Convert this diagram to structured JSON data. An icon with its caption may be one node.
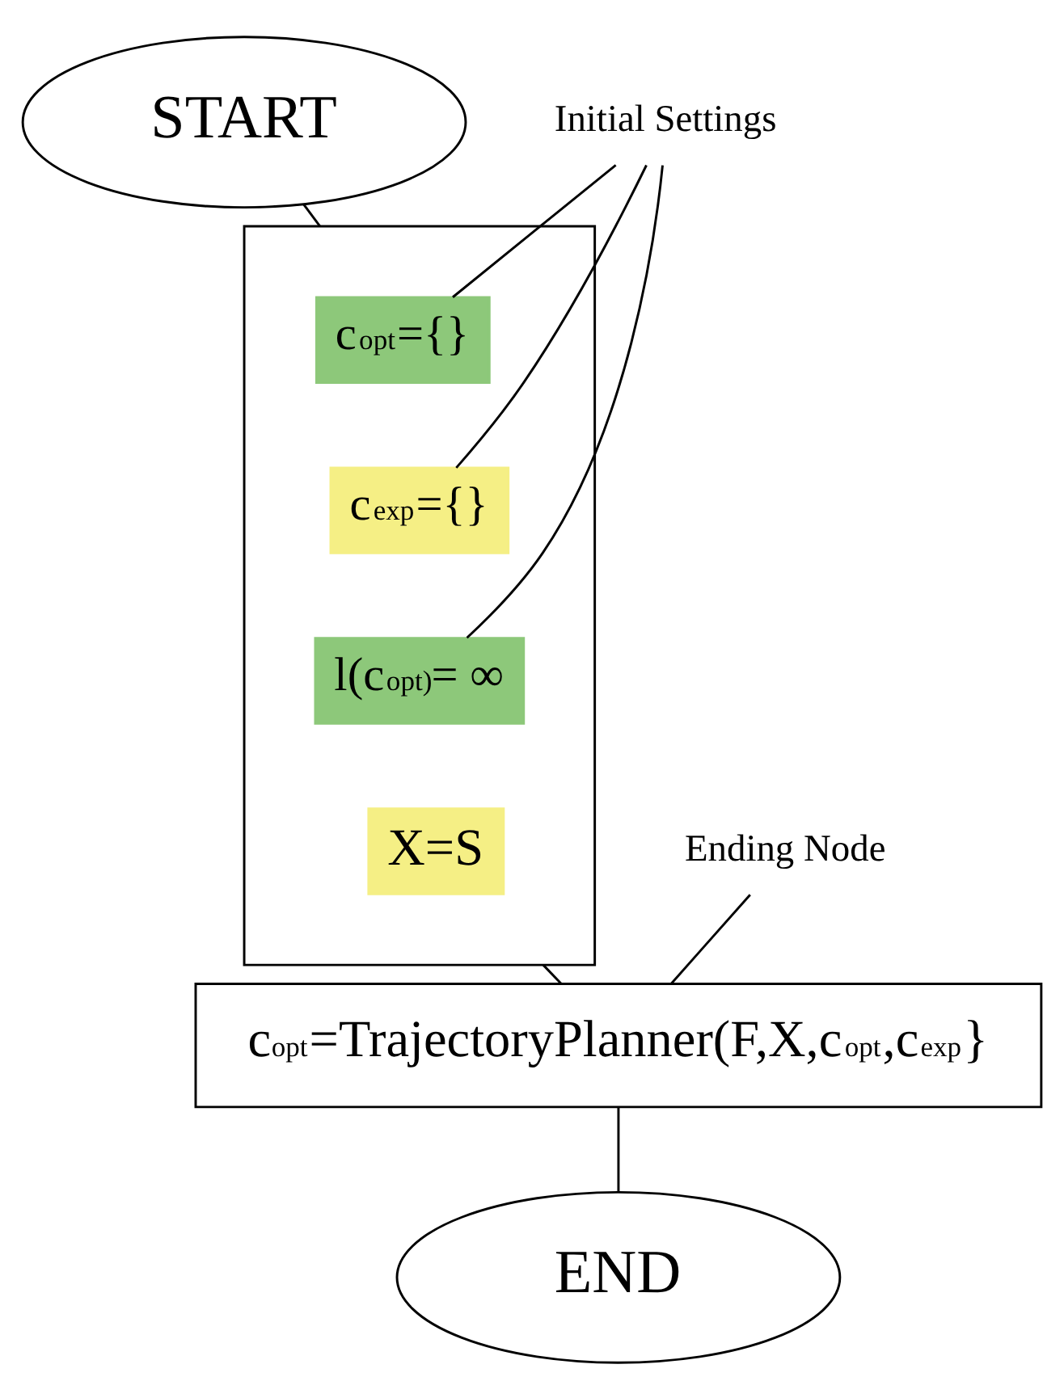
{
  "diagram": {
    "nodes": [
      {
        "text": [
          "START"
        ]
      },
      {
        "text": [],
        "shape": "parallelogram"
      },
      {
        "text": [
          "c$_{opt}$={}"
        ],
        "in": 1
      },
      {
        "text": [
          "c$_{exp}$={}"
        ],
        "in": 1
      },
      {
        "text": [
          "l(c$_{opt)}$= ∞"
        ],
        "in": 1
      },
      {
        "text": [
          "X=S"
        ],
        "in": 1
      },
      {
        "text": [
          "Initial Settings"
        ]
      },
      {
        "text": [
          "c$_{opt}$=TrajectoryPlanner(F,X,c$_{opt}$,c$_{exp}$}"
        ]
      },
      {
        "text": [
          "Ending Node"
        ]
      },
      {
        "text": [
          "END"
        ]
      }
    ],
    "edges": [
      {
        "from": 0,
        "to": 1,
        "arrow": "none"
      },
      {
        "from": 6,
        "to": 2,
        "arrow": "none"
      },
      {
        "from": 6,
        "to": 3,
        "arrow": "none"
      },
      {
        "from": 6,
        "to": 4,
        "arrow": "none"
      },
      {
        "from": 1,
        "to": 7,
        "arrow": "none"
      },
      {
        "from": 8,
        "to": 7,
        "arrow": "none"
      },
      {
        "from": 7,
        "to": 9,
        "arrow": "none"
      }
    ]
  }
}
